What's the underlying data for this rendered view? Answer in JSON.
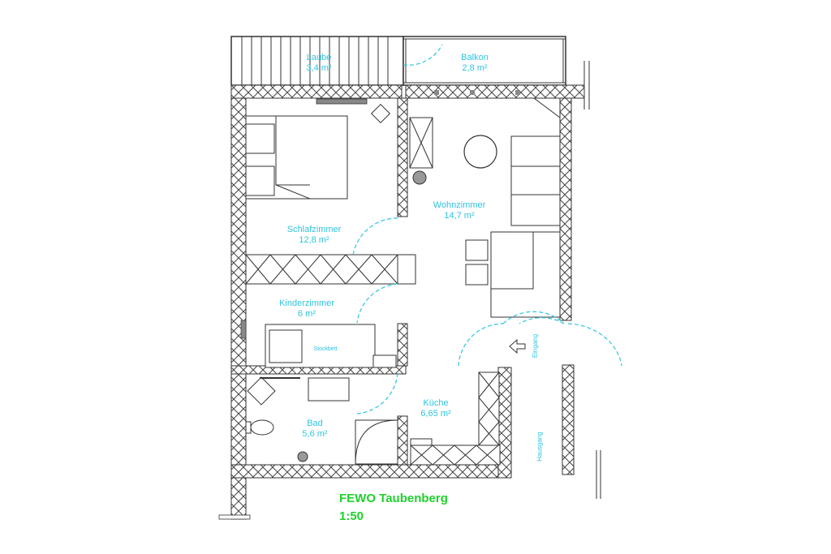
{
  "rooms": [
    {
      "name": "Laube",
      "area": "3,4 m²"
    },
    {
      "name": "Balkon",
      "area": "2,8 m²"
    },
    {
      "name": "Wohnzimmer",
      "area": "14,7 m²"
    },
    {
      "name": "Schlafzimmer",
      "area": "12,8 m²"
    },
    {
      "name": "Kinderzimmer",
      "area": "6 m²"
    },
    {
      "name": "Küche",
      "area": "6,65 m²"
    },
    {
      "name": "Bad",
      "area": "5,6 m²"
    }
  ],
  "furniture": {
    "bunk_bed": "Stockbett"
  },
  "labels": {
    "entrance": "Eingang",
    "hallway": "Hausgang"
  },
  "plan": {
    "title": "FEWO Taubenberg",
    "scale": "1:50"
  },
  "colors": {
    "label_text": "#2ec4e0",
    "title_text": "#1fd12b",
    "walls": "#333333"
  }
}
